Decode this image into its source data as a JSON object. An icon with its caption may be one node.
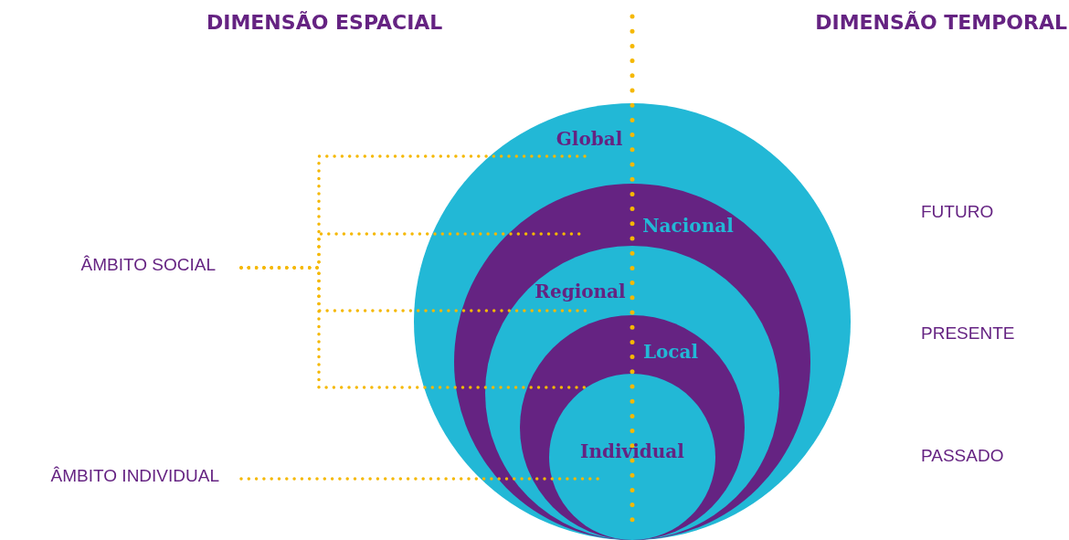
{
  "diagram": {
    "nodes": [
      {
        "text": [
          "Global"
        ]
      },
      {
        "text": [
          "Nacional"
        ],
        "in": 0
      },
      {
        "text": [
          "Regional"
        ],
        "in": 1
      },
      {
        "text": [
          "Local"
        ],
        "in": 2
      },
      {
        "text": [
          "Individual"
        ],
        "in": 3
      },
      {
        "text": [
          "ÂMBITO SOCIAL"
        ]
      },
      {
        "text": [
          "ÂMBITO INDIVIDUAL"
        ]
      }
    ],
    "edges": [
      {
        "from": 5,
        "to": 0,
        "arrow": "none",
        "style": "dashed"
      },
      {
        "from": 5,
        "to": 1,
        "arrow": "none",
        "style": "dashed"
      },
      {
        "from": 5,
        "to": 2,
        "arrow": "none",
        "style": "dashed"
      },
      {
        "from": 5,
        "to": 3,
        "arrow": "none",
        "style": "dashed"
      },
      {
        "from": 6,
        "to": 4,
        "arrow": "none",
        "style": "dashed"
      }
    ],
    "labels": [
      "DIMENSÃO ESPACIAL",
      "DIMENSÃO TEMPORAL",
      "FUTURO",
      "PRESENTE",
      "PASSADO"
    ]
  }
}
